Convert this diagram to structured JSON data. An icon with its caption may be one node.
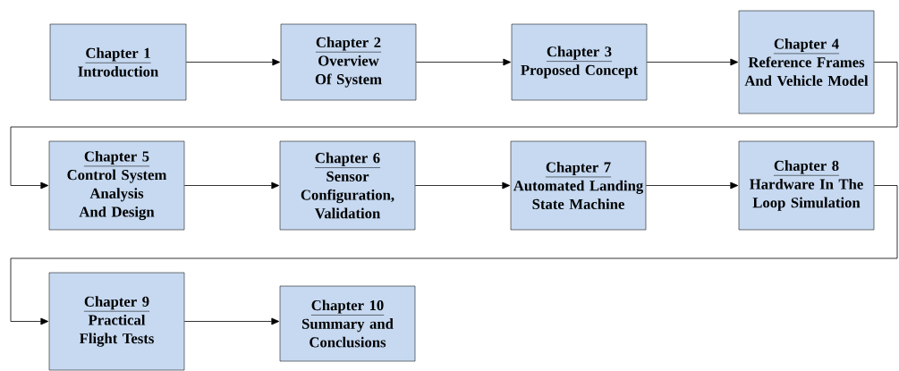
{
  "diagram": {
    "nodes": [
      {
        "text": [
          "Chapter 1",
          "Introduction"
        ]
      },
      {
        "text": [
          "Chapter 2",
          "Overview Of System"
        ]
      },
      {
        "text": [
          "Chapter 3",
          "Proposed Concept"
        ]
      },
      {
        "text": [
          "Chapter 4",
          "Reference Frames And Vehicle Model"
        ]
      },
      {
        "text": [
          "Chapter 5",
          "Control System Analysis And Design"
        ]
      },
      {
        "text": [
          "Chapter 6",
          "Sensor Configuration, Validation"
        ]
      },
      {
        "text": [
          "Chapter 7",
          "Automated Landing State Machine"
        ]
      },
      {
        "text": [
          "Chapter 8",
          "Hardware In The Loop Simulation"
        ]
      },
      {
        "text": [
          "Chapter 9",
          "Practical Flight Tests"
        ]
      },
      {
        "text": [
          "Chapter 10",
          "Summary and Conclusions"
        ]
      }
    ],
    "edges": [
      {
        "from": 0,
        "to": 1,
        "arrow": "to"
      },
      {
        "from": 1,
        "to": 2,
        "arrow": "to"
      },
      {
        "from": 2,
        "to": 3,
        "arrow": "to"
      },
      {
        "from": 3,
        "to": 4,
        "arrow": "to"
      },
      {
        "from": 4,
        "to": 5,
        "arrow": "to"
      },
      {
        "from": 5,
        "to": 6,
        "arrow": "to"
      },
      {
        "from": 6,
        "to": 7,
        "arrow": "to"
      },
      {
        "from": 7,
        "to": 8,
        "arrow": "to"
      },
      {
        "from": 8,
        "to": 9,
        "arrow": "to"
      }
    ]
  }
}
